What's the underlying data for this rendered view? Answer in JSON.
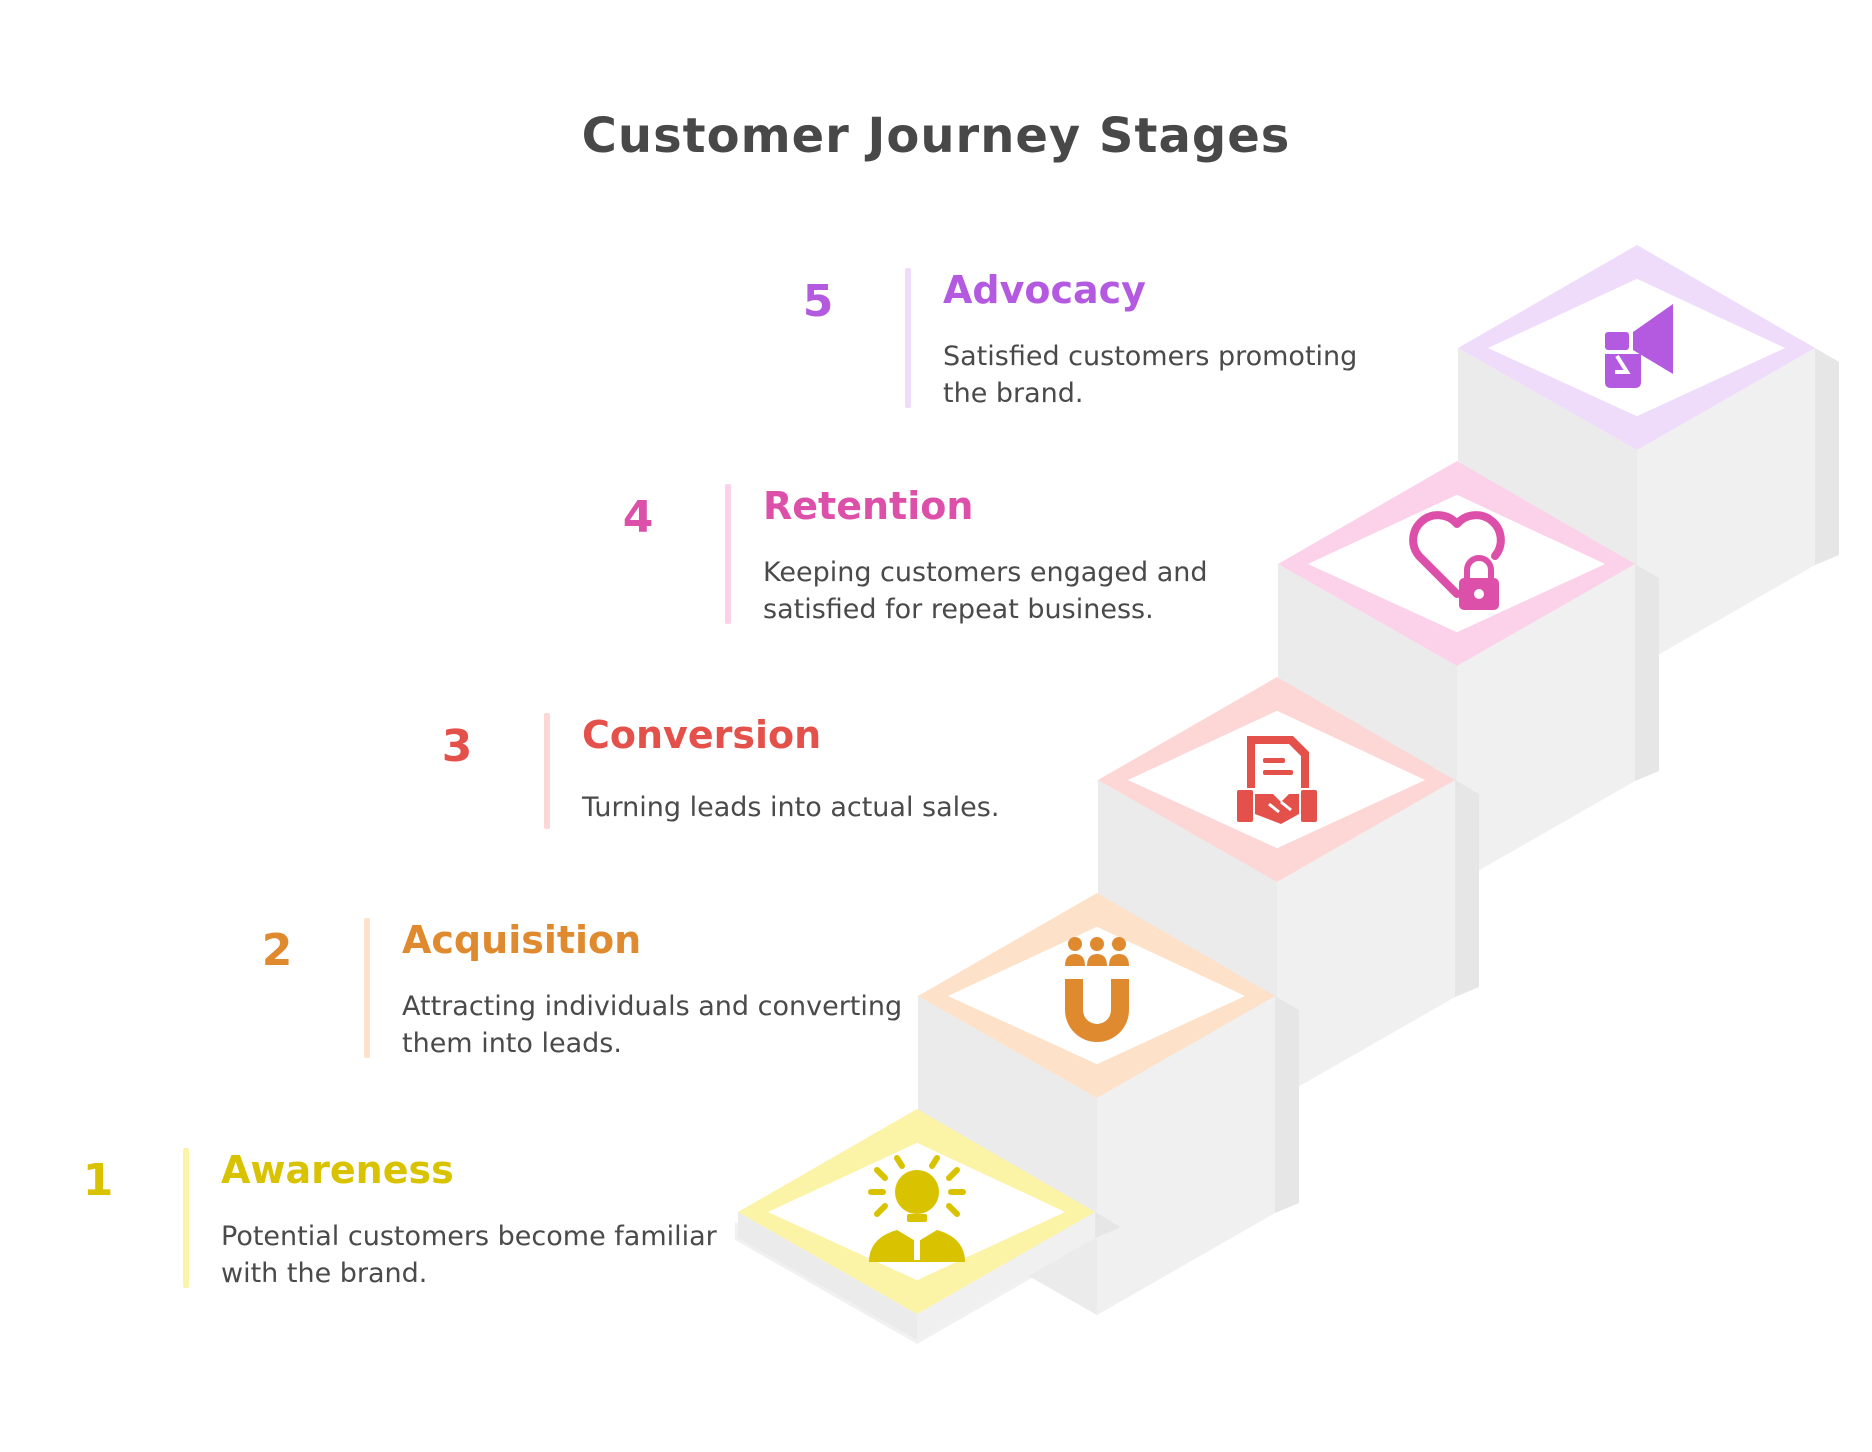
{
  "title": "Customer Journey Stages",
  "colors": {
    "riser": "#ebebeb",
    "tread": "#ffffff",
    "shadow": "#f1f1f1",
    "text": "#484848"
  },
  "stages": [
    {
      "number": "1",
      "label": "Awareness",
      "description": "Potential customers become familiar with the brand.",
      "icon": "lightbulb-person-icon",
      "color": "#d9c200",
      "light": "#fbf3a6"
    },
    {
      "number": "2",
      "label": "Acquisition",
      "description": "Attracting individuals and converting them into leads.",
      "icon": "magnet-people-icon",
      "color": "#e08a30",
      "light": "#fde1c8"
    },
    {
      "number": "3",
      "label": "Conversion",
      "description": "Turning leads into actual sales.",
      "icon": "contract-handshake-icon",
      "color": "#e4504a",
      "light": "#fcd7d6"
    },
    {
      "number": "4",
      "label": "Retention",
      "description": "Keeping customers engaged and satisfied for repeat business.",
      "icon": "heart-lock-icon",
      "color": "#dd50a9",
      "light": "#fbd2ea"
    },
    {
      "number": "5",
      "label": "Advocacy",
      "description": "Satisfied customers promoting the brand.",
      "icon": "megaphone-icon",
      "color": "#b35ae0",
      "light": "#efdcfa"
    }
  ]
}
